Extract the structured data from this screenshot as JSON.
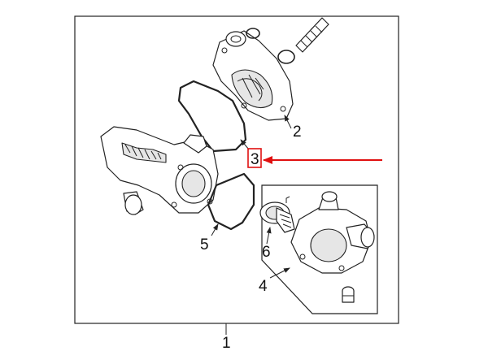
{
  "callouts": {
    "one": "1",
    "two": "2",
    "three": "3",
    "four": "4",
    "five": "5",
    "six": "6"
  },
  "colors": {
    "line": "#222222",
    "highlight": "#e01010",
    "background": "#ffffff"
  }
}
